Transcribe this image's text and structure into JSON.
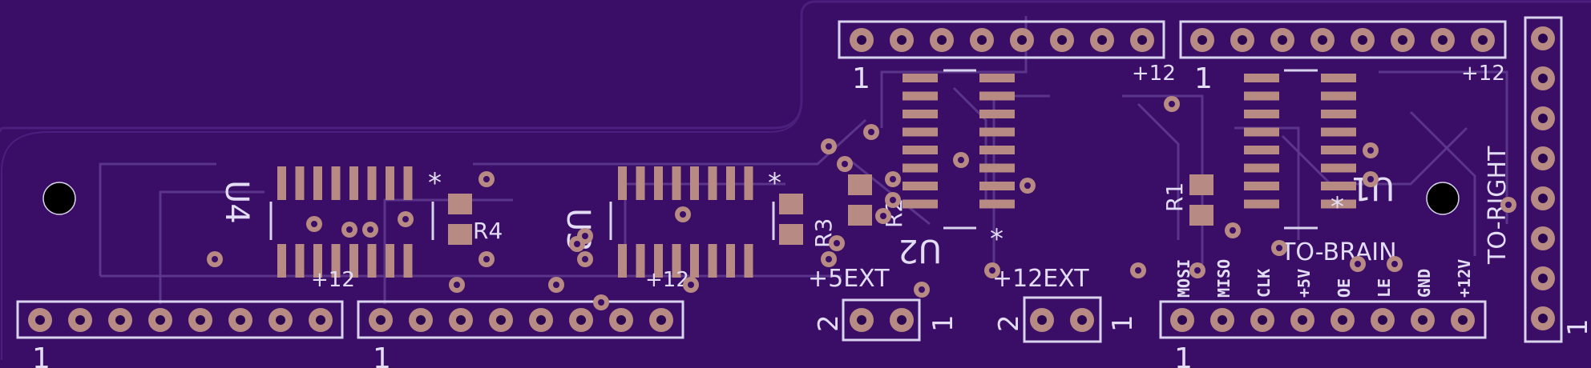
{
  "colors": {
    "board": "#3a0d66",
    "background": "#2a0750",
    "silkscreen": "#d9d4ee",
    "copper": "#b78a83",
    "trace": "#5e3a8e"
  },
  "labels": {
    "u4": "U4",
    "u3": "U3",
    "u2": "U2",
    "u1": "U1",
    "r1": "R1",
    "r2": "R2",
    "r3": "R3",
    "r4": "R4",
    "to_brain": "TO-BRAIN",
    "to_right": "TO-RIGHT",
    "ext5": "+5EXT",
    "ext12": "+12EXT",
    "one": "1",
    "two": "2",
    "plus12": "+12",
    "star": "*"
  },
  "brain_pins": [
    "MOSI",
    "MISO",
    "CLK",
    "+5V",
    "OE",
    "LE",
    "GND",
    "+12V"
  ]
}
